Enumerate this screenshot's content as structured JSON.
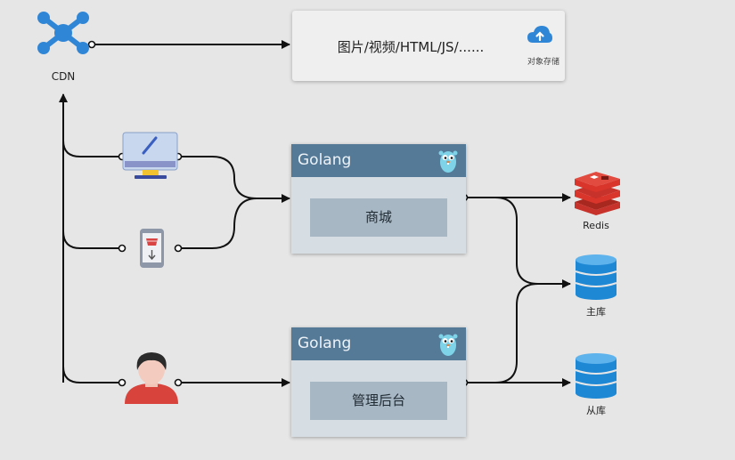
{
  "cdn": {
    "label": "CDN"
  },
  "object_storage": {
    "content": "图片/视频/HTML/JS/......",
    "caption": "对象存储"
  },
  "services": [
    {
      "framework": "Golang",
      "name": "商城"
    },
    {
      "framework": "Golang",
      "name": "管理后台"
    }
  ],
  "datastores": {
    "redis": "Redis",
    "primary_db": "主库",
    "replica_db": "从库"
  },
  "colors": {
    "background": "#e6e6e6",
    "service_header": "#557a98",
    "service_body": "#d7dee3",
    "service_inner": "#a7b7c3",
    "cdn_blue": "#2f86d6",
    "db_blue": "#1e88d4",
    "redis_red": "#d9352b"
  },
  "icons": {
    "cdn": "network-hub-icon",
    "desktop": "desktop-monitor-icon",
    "mobile": "mobile-shopping-icon",
    "admin": "admin-user-icon",
    "storage": "cloud-upload-icon",
    "service": "gopher-icon",
    "redis": "redis-icon",
    "database": "database-icon"
  }
}
